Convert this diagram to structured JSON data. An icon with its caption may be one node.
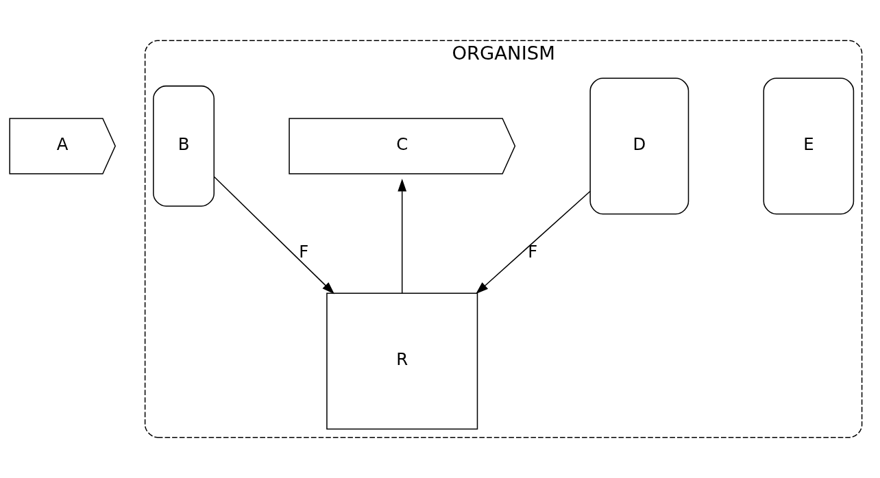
{
  "diagram": {
    "nodes": [
      {
        "text": [
          "A"
        ]
      },
      {
        "text": [
          "ORGANISM"
        ]
      },
      {
        "text": [
          "B"
        ],
        "in": 1
      },
      {
        "text": [
          "C"
        ],
        "in": 1
      },
      {
        "text": [
          "D"
        ],
        "in": 1
      },
      {
        "text": [
          "E"
        ],
        "in": 1
      },
      {
        "text": [
          "R"
        ],
        "in": 1
      }
    ],
    "edges": [
      {
        "from": 2,
        "to": 6,
        "arrow": "to",
        "label": "F"
      },
      {
        "from": 6,
        "to": 3,
        "arrow": "to"
      },
      {
        "from": 4,
        "to": 6,
        "arrow": "to",
        "label": "F"
      }
    ]
  }
}
